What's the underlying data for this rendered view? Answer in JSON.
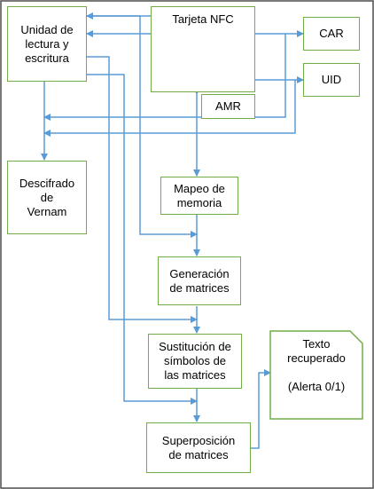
{
  "nodes": {
    "rw_unit": "Unidad de\nlectura y\nescritura",
    "nfc_card": "Tarjeta NFC",
    "car": "CAR",
    "uid": "UID",
    "amr": "AMR",
    "vernam": "Descifrado\nde\nVernam",
    "memory_map": "Mapeo de\nmemoria",
    "matrix_gen": "Generación\nde matrices",
    "symbol_sub": "Sustitución de\nsímbolos de\nlas matrices",
    "recovered_text": "Texto\nrecuperado\n\n(Alerta 0/1)",
    "superposition": "Superposición\nde matrices"
  },
  "colors": {
    "node_border": "#70ad47",
    "connector": "#5b9bd5",
    "frame": "#4d4d4d",
    "text": "#000000"
  }
}
